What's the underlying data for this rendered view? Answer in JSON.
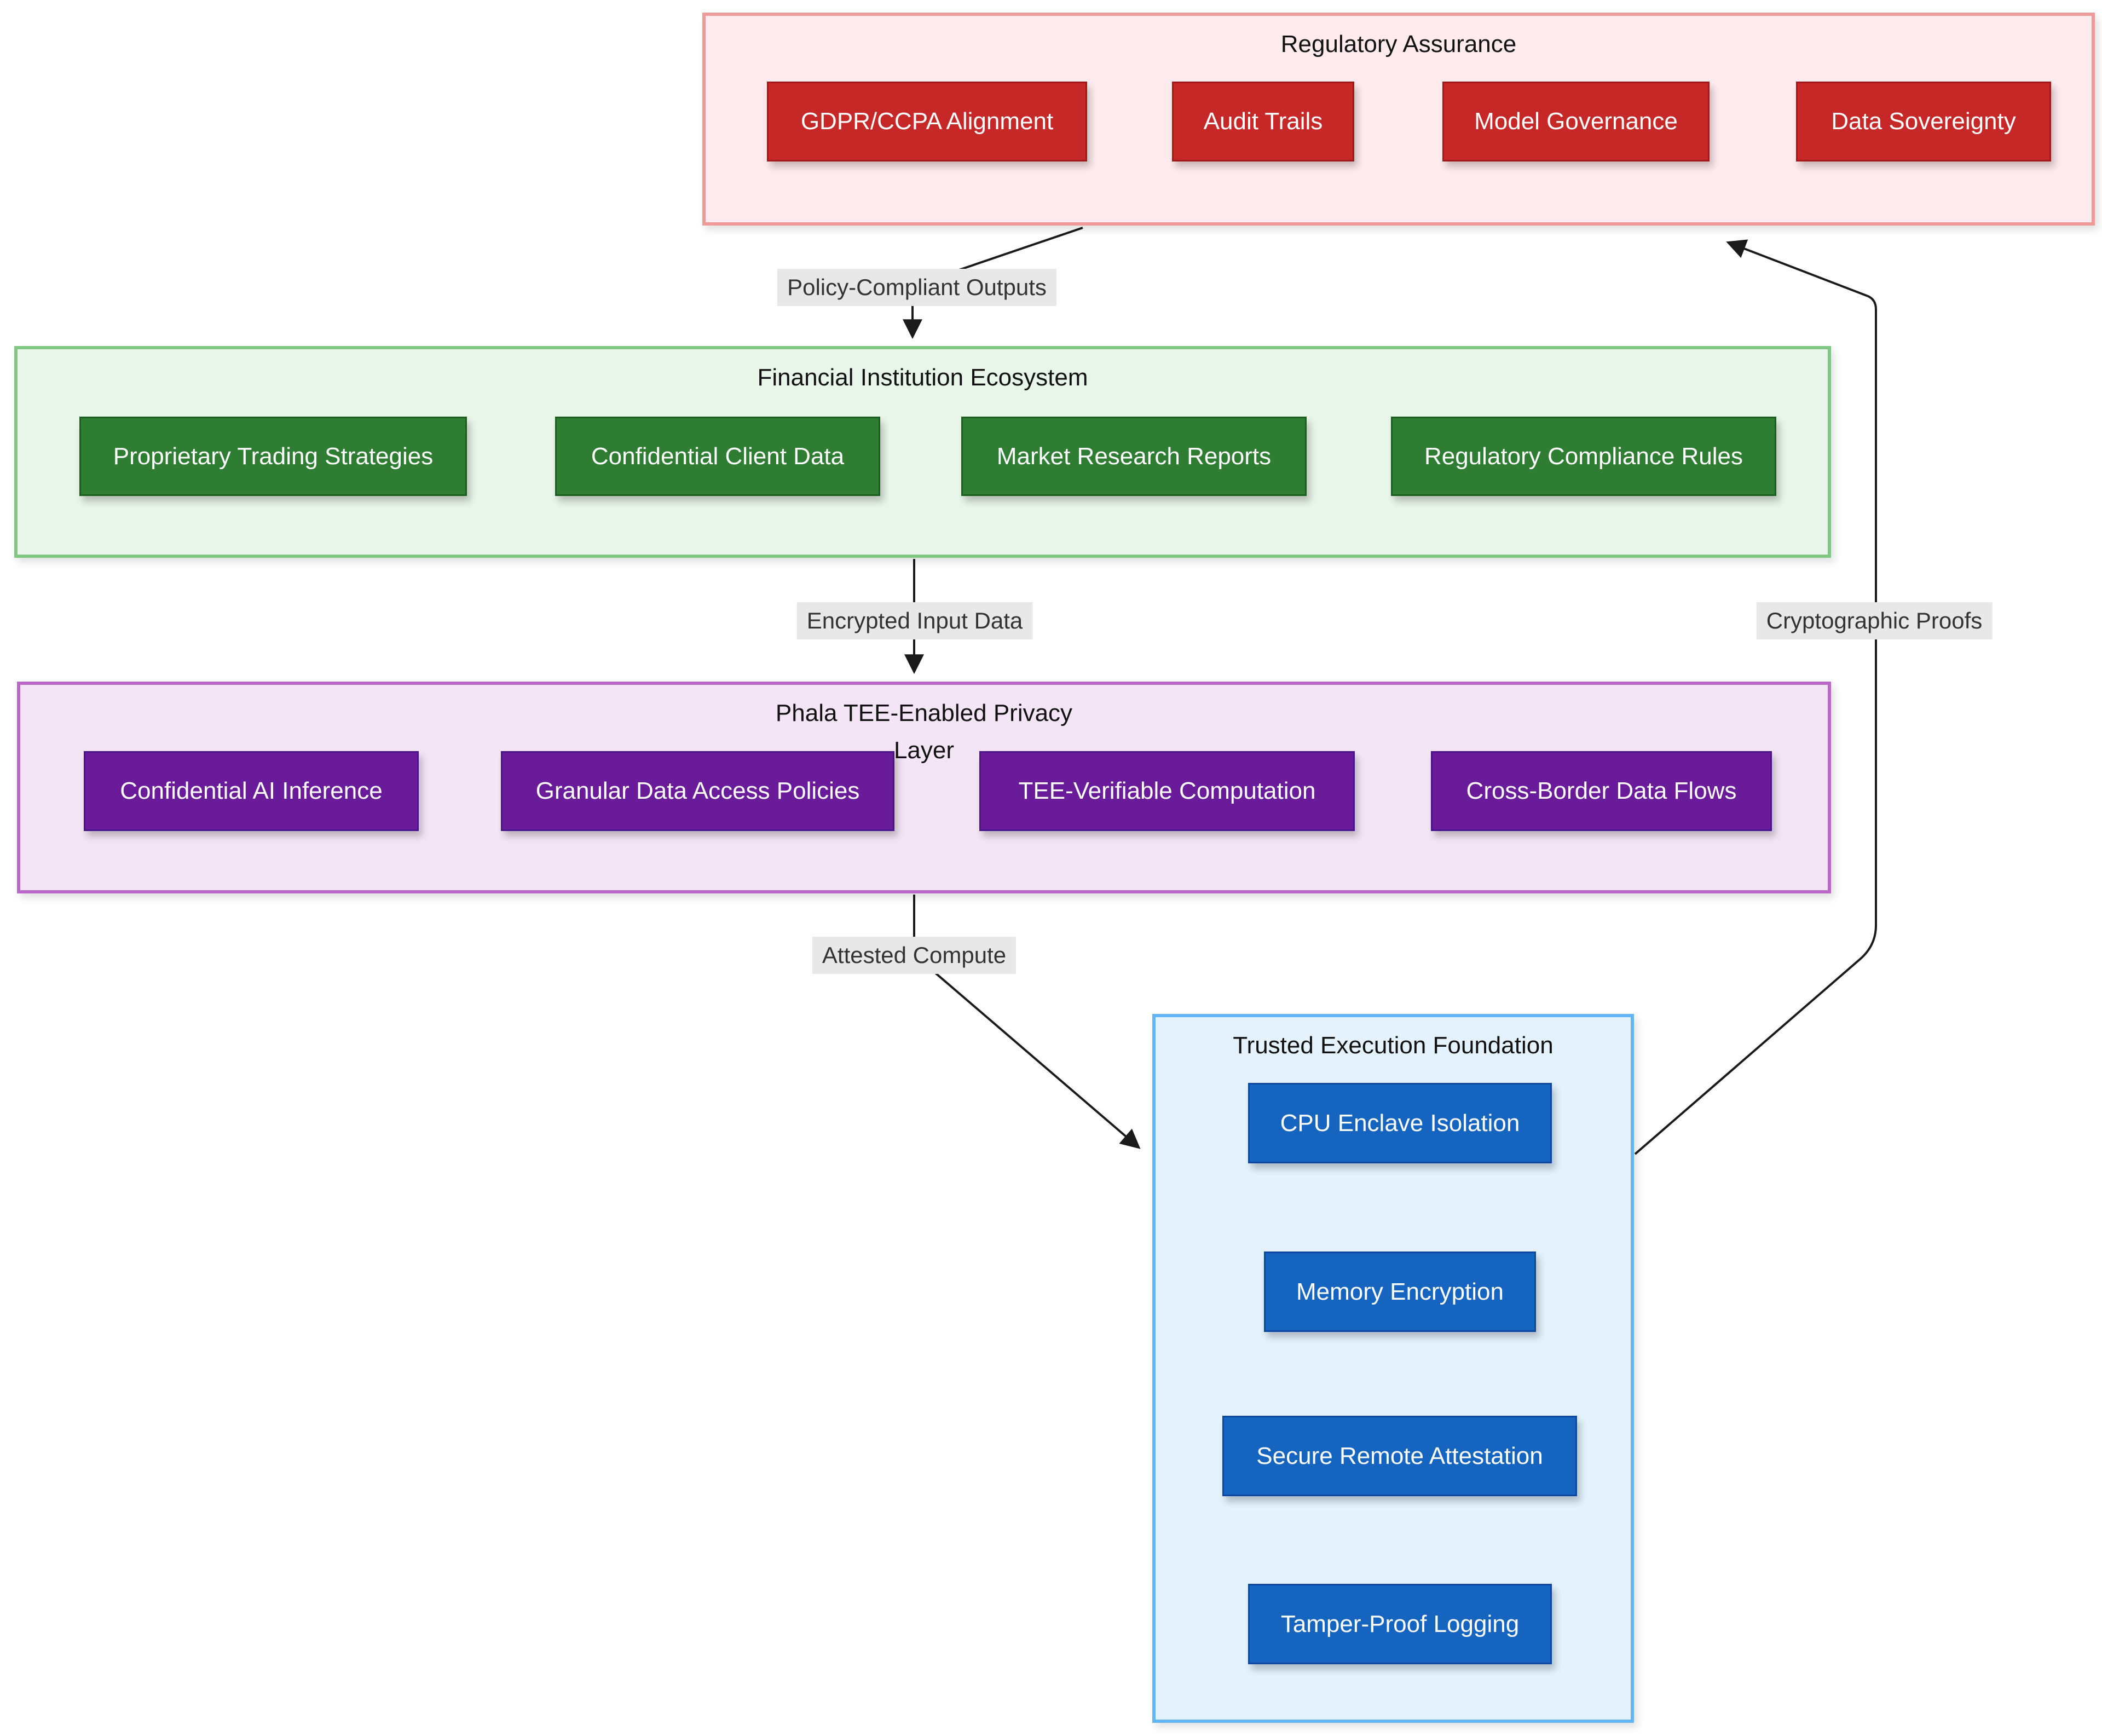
{
  "diagram": {
    "containers": [
      {
        "id": "regulatory",
        "title": "Regulatory Assurance",
        "nodes": [
          "GDPR/CCPA Alignment",
          "Audit Trails",
          "Model Governance",
          "Data Sovereignty"
        ]
      },
      {
        "id": "financial",
        "title": "Financial Institution Ecosystem",
        "nodes": [
          "Proprietary Trading Strategies",
          "Confidential Client Data",
          "Market Research Reports",
          "Regulatory Compliance Rules"
        ]
      },
      {
        "id": "phala",
        "title": "Phala TEE-Enabled Privacy Layer",
        "nodes": [
          "Confidential AI Inference",
          "Granular Data Access Policies",
          "TEE-Verifiable Computation",
          "Cross-Border Data Flows"
        ]
      },
      {
        "id": "trusted",
        "title": "Trusted Execution Foundation",
        "nodes": [
          "CPU Enclave Isolation",
          "Memory Encryption",
          "Secure Remote Attestation",
          "Tamper-Proof Logging"
        ]
      }
    ],
    "edges": [
      {
        "from": "regulatory",
        "to": "financial",
        "label": "Policy-Compliant Outputs"
      },
      {
        "from": "financial",
        "to": "phala",
        "label": "Encrypted Input Data"
      },
      {
        "from": "phala",
        "to": "trusted",
        "label": "Attested Compute"
      },
      {
        "from": "trusted",
        "to": "regulatory",
        "label": "Cryptographic Proofs"
      }
    ],
    "colors": {
      "regulatory_node": "#c62828",
      "regulatory_container": "#ffebee",
      "regulatory_border": "#ef9a9a",
      "financial_node": "#2e7d32",
      "financial_container": "#e8f5e9",
      "financial_border": "#81c784",
      "phala_node": "#6a1b9a",
      "phala_container": "#f3e5f5",
      "phala_border": "#ba68c8",
      "trusted_node": "#1565c0",
      "trusted_container": "#e3f2fd",
      "trusted_border": "#64b5f6",
      "edge_line": "#1a1a1a",
      "edge_label_background": "#e8e8e8",
      "node_text": "#ffffff"
    }
  }
}
